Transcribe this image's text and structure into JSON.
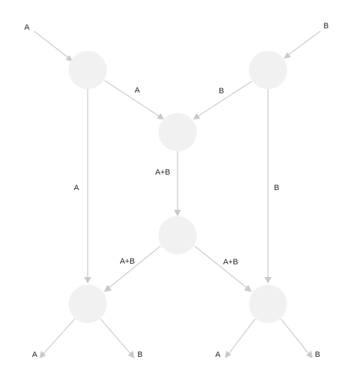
{
  "colors": {
    "node_fill": "#f1f1f1",
    "edge": "#c9c9c9",
    "text": "#222222"
  },
  "diagram": {
    "nodes": [
      {
        "id": "top-left"
      },
      {
        "id": "top-right"
      },
      {
        "id": "merge"
      },
      {
        "id": "split"
      },
      {
        "id": "bottom-left"
      },
      {
        "id": "bottom-right"
      }
    ],
    "edges": [
      {
        "from": "input-a",
        "to": "top-left",
        "label": "A"
      },
      {
        "from": "input-b",
        "to": "top-right",
        "label": "B"
      },
      {
        "from": "top-left",
        "to": "merge",
        "label": "A"
      },
      {
        "from": "top-right",
        "to": "merge",
        "label": "B"
      },
      {
        "from": "top-left",
        "to": "bottom-left",
        "label": "A"
      },
      {
        "from": "top-right",
        "to": "bottom-right",
        "label": "B"
      },
      {
        "from": "merge",
        "to": "split",
        "label": "A+B"
      },
      {
        "from": "split",
        "to": "bottom-left",
        "label": "A+B"
      },
      {
        "from": "split",
        "to": "bottom-right",
        "label": "A+B"
      },
      {
        "from": "bottom-left",
        "to": "output-1",
        "label": "A"
      },
      {
        "from": "bottom-left",
        "to": "output-2",
        "label": "B"
      },
      {
        "from": "bottom-right",
        "to": "output-3",
        "label": "A"
      },
      {
        "from": "bottom-right",
        "to": "output-4",
        "label": "B"
      }
    ]
  }
}
